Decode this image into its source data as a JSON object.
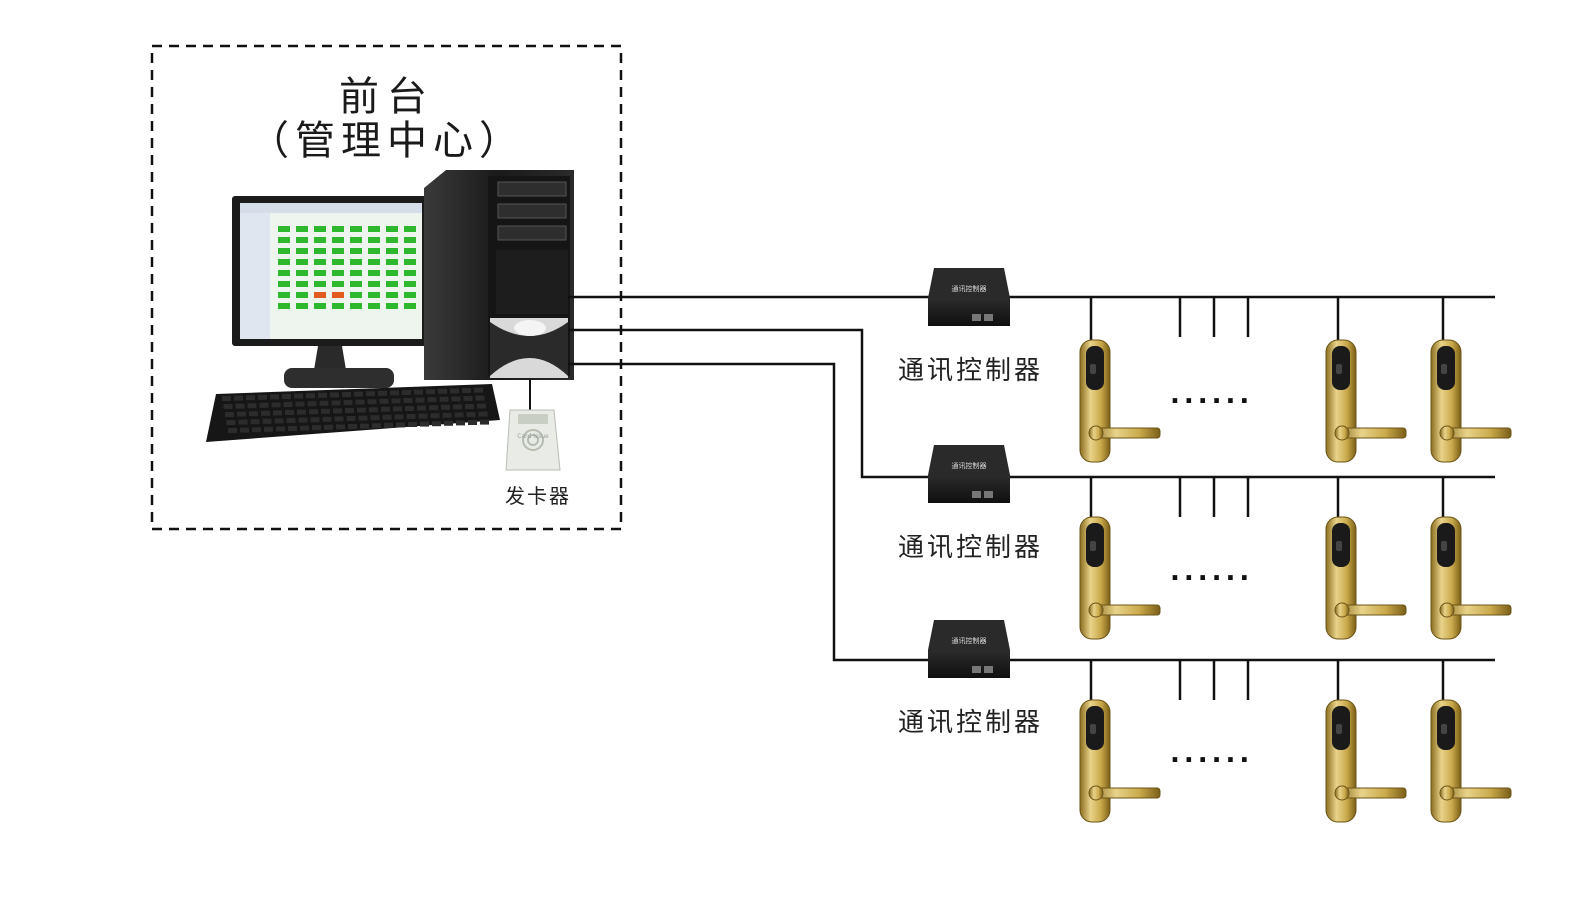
{
  "front_desk": {
    "title": "前台",
    "subtitle": "（管理中心）"
  },
  "card_issuer": {
    "label": "发卡器",
    "brand": "Card Issue"
  },
  "controllers": [
    {
      "label": "通讯控制器",
      "box_text": "通讯控制器"
    },
    {
      "label": "通讯控制器",
      "box_text": "通讯控制器"
    },
    {
      "label": "通讯控制器",
      "box_text": "通讯控制器"
    }
  ],
  "lock_rows": [
    {
      "ellipsis": "......"
    },
    {
      "ellipsis": "......"
    },
    {
      "ellipsis": "......"
    }
  ],
  "colors": {
    "line": "#111111",
    "lock_gold": "#c9a94a",
    "lock_dark": "#1a1a1a",
    "controller_body": "#1c1c1c",
    "screen_green": "#2eb82e"
  },
  "icons": [
    "computer-monitor-icon",
    "pc-tower-icon",
    "keyboard-icon",
    "card-issuer-icon",
    "controller-box-icon",
    "door-lock-icon"
  ]
}
